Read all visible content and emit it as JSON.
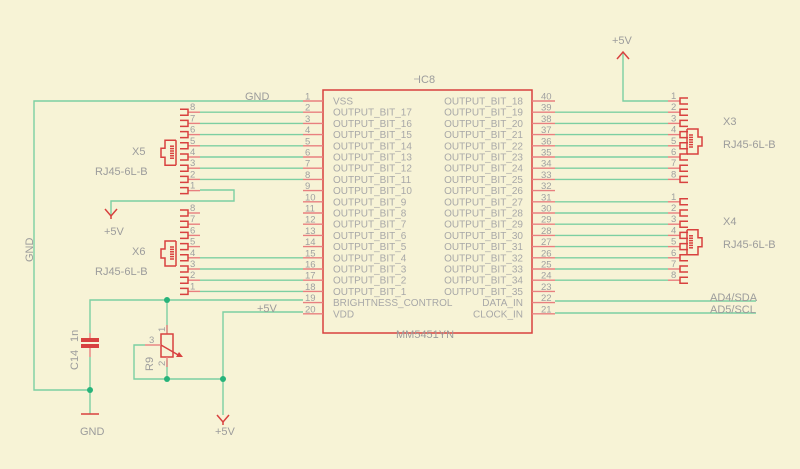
{
  "schematic": {
    "ic": {
      "ref": "IC8",
      "value": "MM5451YN",
      "left_pins": [
        {
          "num": "1",
          "name": "VSS"
        },
        {
          "num": "2",
          "name": "OUTPUT_BIT_17"
        },
        {
          "num": "3",
          "name": "OUTPUT_BIT_16"
        },
        {
          "num": "4",
          "name": "OUTPUT_BIT_15"
        },
        {
          "num": "5",
          "name": "OUTPUT_BIT_14"
        },
        {
          "num": "6",
          "name": "OUTPUT_BIT_13"
        },
        {
          "num": "7",
          "name": "OUTPUT_BIT_12"
        },
        {
          "num": "8",
          "name": "OUTPUT_BIT_11"
        },
        {
          "num": "9",
          "name": "OUTPUT_BIT_10"
        },
        {
          "num": "10",
          "name": "OUTPUT_BIT_9"
        },
        {
          "num": "11",
          "name": "OUTPUT_BIT_8"
        },
        {
          "num": "12",
          "name": "OUTPUT_BIT_7"
        },
        {
          "num": "13",
          "name": "OUTPUT_BIT_6"
        },
        {
          "num": "14",
          "name": "OUTPUT_BIT_5"
        },
        {
          "num": "15",
          "name": "OUTPUT_BIT_4"
        },
        {
          "num": "16",
          "name": "OUTPUT_BIT_3"
        },
        {
          "num": "17",
          "name": "OUTPUT_BIT_2"
        },
        {
          "num": "18",
          "name": "OUTPUT_BIT_1"
        },
        {
          "num": "19",
          "name": "BRIGHTNESS_CONTROL"
        },
        {
          "num": "20",
          "name": "VDD"
        }
      ],
      "right_pins": [
        {
          "num": "40",
          "name": "OUTPUT_BIT_18"
        },
        {
          "num": "39",
          "name": "OUTPUT_BIT_19"
        },
        {
          "num": "38",
          "name": "OUTPUT_BIT_20"
        },
        {
          "num": "37",
          "name": "OUTPUT_BIT_21"
        },
        {
          "num": "36",
          "name": "OUTPUT_BIT_22"
        },
        {
          "num": "35",
          "name": "OUTPUT_BIT_23"
        },
        {
          "num": "34",
          "name": "OUTPUT_BIT_24"
        },
        {
          "num": "33",
          "name": "OUTPUT_BIT_25"
        },
        {
          "num": "32",
          "name": "OUTPUT_BIT_26"
        },
        {
          "num": "31",
          "name": "OUTPUT_BIT_27"
        },
        {
          "num": "30",
          "name": "OUTPUT_BIT_28"
        },
        {
          "num": "29",
          "name": "OUTPUT_BIT_29"
        },
        {
          "num": "28",
          "name": "OUTPUT_BIT_30"
        },
        {
          "num": "27",
          "name": "OUTPUT_BIT_31"
        },
        {
          "num": "26",
          "name": "OUTPUT_BIT_32"
        },
        {
          "num": "25",
          "name": "OUTPUT_BIT_33"
        },
        {
          "num": "24",
          "name": "OUTPUT_BIT_34"
        },
        {
          "num": "23",
          "name": "OUTPUT_BIT_35"
        },
        {
          "num": "22",
          "name": "DATA_IN"
        },
        {
          "num": "21",
          "name": "CLOCK_IN"
        }
      ]
    },
    "connectors": {
      "x3": {
        "ref": "X3",
        "value": "RJ45-6L-B",
        "pins": [
          "1",
          "2",
          "3",
          "4",
          "5",
          "6",
          "7",
          "8"
        ]
      },
      "x4": {
        "ref": "X4",
        "value": "RJ45-6L-B",
        "pins": [
          "1",
          "2",
          "3",
          "4",
          "5",
          "6",
          "7",
          "8"
        ]
      },
      "x5": {
        "ref": "X5",
        "value": "RJ45-6L-B",
        "pins": [
          "8",
          "7",
          "6",
          "5",
          "4",
          "3",
          "2",
          "1"
        ]
      },
      "x6": {
        "ref": "X6",
        "value": "RJ45-6L-B",
        "pins": [
          "8",
          "7",
          "6",
          "5",
          "4",
          "3",
          "2",
          "1"
        ]
      }
    },
    "capacitor": {
      "ref": "C14",
      "value": "1n"
    },
    "potentiometer": {
      "ref": "R9",
      "pin1": "1",
      "pin2": "2",
      "pin3": "3"
    },
    "nets": {
      "gnd_top": "GND",
      "gnd_vertical": "GND",
      "gnd_bottom": "GND",
      "vcc_top_right": "+5V",
      "vcc_x5": "+5V",
      "vcc_vdd": "+5V",
      "vcc_bottom": "+5V",
      "sda": "AD4/SDA",
      "scl": "AD5/SCL"
    }
  }
}
